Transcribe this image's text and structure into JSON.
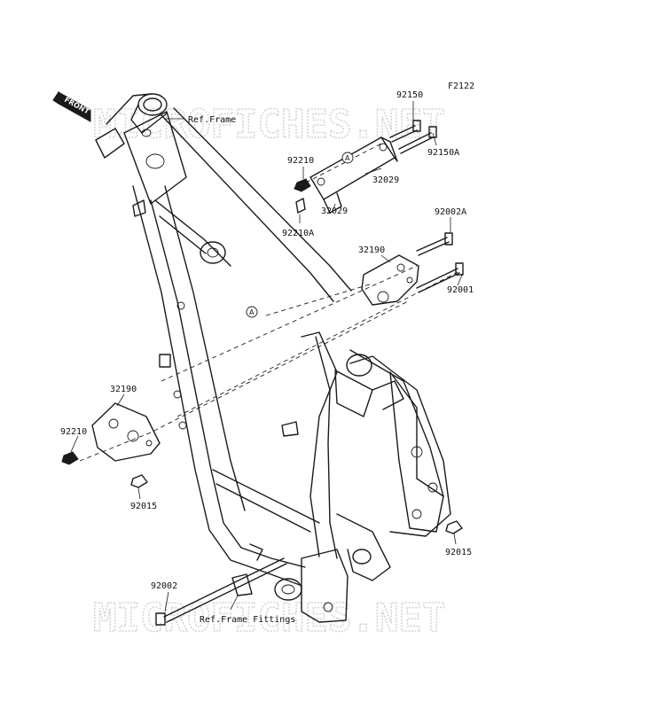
{
  "figure_code": "F2122",
  "watermark_text": "MICROFICHES.NET",
  "front_arrow_label": "FRONT",
  "ref_labels": {
    "frame": "Ref.Frame",
    "frame_fittings": "Ref.Frame Fittings"
  },
  "callout_letter": "A",
  "part_numbers": {
    "p92150": "92150",
    "p92150A": "92150A",
    "p92210_top": "92210",
    "p32029_a": "32029",
    "p32029_b": "32029",
    "p92210A": "92210A",
    "p92002A": "92002A",
    "p32190_top": "32190",
    "p92001": "92001",
    "p32190_left": "32190",
    "p92210_left": "92210",
    "p92015_left": "92015",
    "p92015_right": "92015",
    "p92002": "92002"
  },
  "colors": {
    "line": "#1a1a1a",
    "watermark": "#d4d4d4",
    "background": "#ffffff"
  }
}
